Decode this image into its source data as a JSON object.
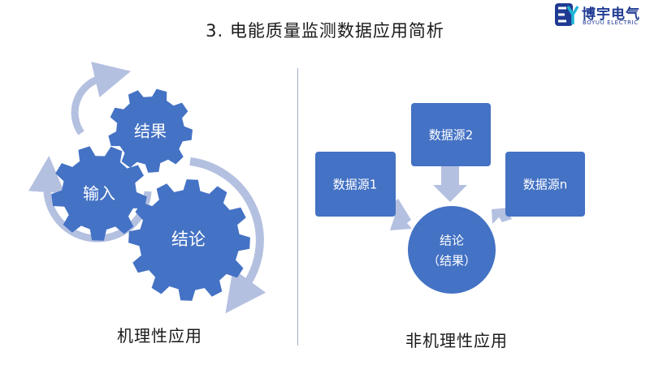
{
  "header": {
    "title": "3. 电能质量监测数据应用简析",
    "logo_name": "博宇电气",
    "logo_sub": "BOYUU ELECTRIC"
  },
  "left_panel": {
    "gears": {
      "top": "结果",
      "middle": "输入",
      "bottom": "结论"
    },
    "caption": "机理性应用"
  },
  "right_panel": {
    "sources": [
      "数据源1",
      "数据源2",
      "数据源n"
    ],
    "center_line1": "结论",
    "center_line2": "（结果）",
    "caption": "非机理性应用"
  },
  "colors": {
    "primary": "#4472c4",
    "arrow": "#b4c0e0",
    "logo": "#1f3a93"
  }
}
